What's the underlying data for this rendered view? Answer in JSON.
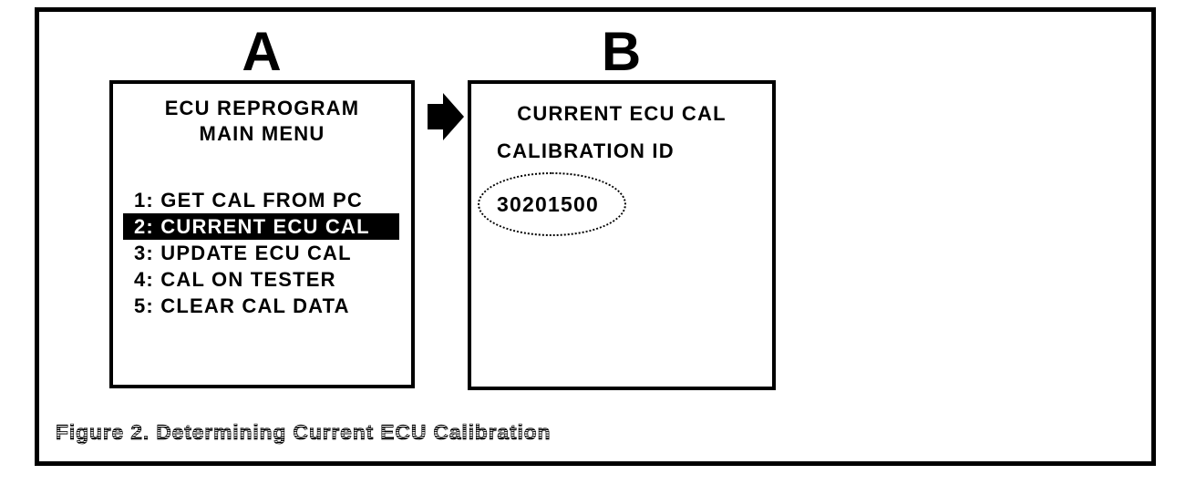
{
  "colors": {
    "ink": "#000000",
    "background": "#ffffff",
    "highlight_bg": "#000000",
    "highlight_text": "#ffffff"
  },
  "figure": {
    "caption": "Figure 2. Determining Current ECU Calibration"
  },
  "flow": {
    "arrow_icon": "right-arrow"
  },
  "panel_a": {
    "label": "A",
    "title_line1": "ECU REPROGRAM",
    "title_line2": "MAIN MENU",
    "menu_items": [
      {
        "text": "1: GET CAL FROM PC",
        "highlighted": false
      },
      {
        "text": "2: CURRENT ECU CAL",
        "highlighted": true
      },
      {
        "text": "3: UPDATE ECU CAL",
        "highlighted": false
      },
      {
        "text": "4: CAL ON TESTER",
        "highlighted": false
      },
      {
        "text": "5: CLEAR CAL DATA",
        "highlighted": false
      }
    ]
  },
  "panel_b": {
    "label": "B",
    "title": "CURRENT ECU CAL",
    "subtitle": "CALIBRATION ID",
    "calibration_id": "30201500"
  }
}
